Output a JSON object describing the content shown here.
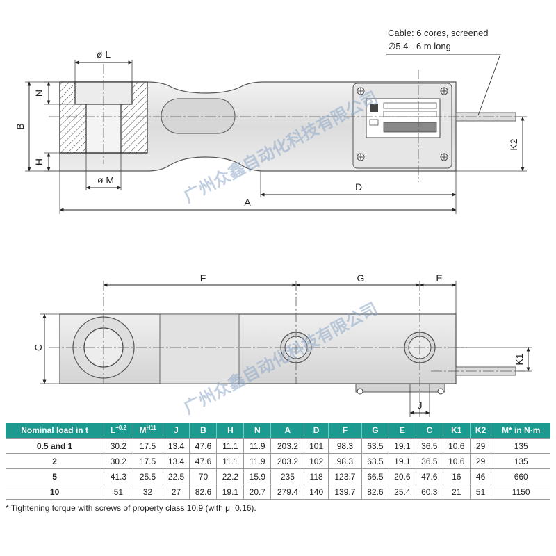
{
  "cable_note": {
    "line1": "Cable: 6 cores, screened",
    "line2": "∅5.4 - 6 m long"
  },
  "top_view_labels": {
    "L": "ø L",
    "M": "ø M",
    "N": "N",
    "H": "H",
    "B": "B",
    "A": "A",
    "D": "D",
    "K2": "K2"
  },
  "side_view_labels": {
    "F": "F",
    "G": "G",
    "E": "E",
    "C": "C",
    "K1": "K1",
    "J": "J"
  },
  "watermark": "广州众鑫自动化科技有限公司",
  "table": {
    "headers": [
      {
        "main": "Nominal load in t",
        "sup": ""
      },
      {
        "main": "L",
        "sup": "+0.2"
      },
      {
        "main": "M",
        "sup": "H11"
      },
      {
        "main": "J",
        "sup": ""
      },
      {
        "main": "B",
        "sup": ""
      },
      {
        "main": "H",
        "sup": ""
      },
      {
        "main": "N",
        "sup": ""
      },
      {
        "main": "A",
        "sup": ""
      },
      {
        "main": "D",
        "sup": ""
      },
      {
        "main": "F",
        "sup": ""
      },
      {
        "main": "G",
        "sup": ""
      },
      {
        "main": "E",
        "sup": ""
      },
      {
        "main": "C",
        "sup": ""
      },
      {
        "main": "K1",
        "sup": ""
      },
      {
        "main": "K2",
        "sup": ""
      },
      {
        "main": "M* in N·m",
        "sup": ""
      }
    ],
    "rows": [
      [
        "0.5 and 1",
        "30.2",
        "17.5",
        "13.4",
        "47.6",
        "11.1",
        "11.9",
        "203.2",
        "101",
        "98.3",
        "63.5",
        "19.1",
        "36.5",
        "10.6",
        "29",
        "135"
      ],
      [
        "2",
        "30.2",
        "17.5",
        "13.4",
        "47.6",
        "11.1",
        "11.9",
        "203.2",
        "102",
        "98.3",
        "63.5",
        "19.1",
        "36.5",
        "10.6",
        "29",
        "135"
      ],
      [
        "5",
        "41.3",
        "25.5",
        "22.5",
        "70",
        "22.2",
        "15.9",
        "235",
        "118",
        "123.7",
        "66.5",
        "20.6",
        "47.6",
        "16",
        "46",
        "660"
      ],
      [
        "10",
        "51",
        "32",
        "27",
        "82.6",
        "19.1",
        "20.7",
        "279.4",
        "140",
        "139.7",
        "82.6",
        "25.4",
        "60.3",
        "21",
        "51",
        "1150"
      ]
    ]
  },
  "footnote": "*  Tightening torque with screws of property class 10.9 (with μ=0.16)."
}
